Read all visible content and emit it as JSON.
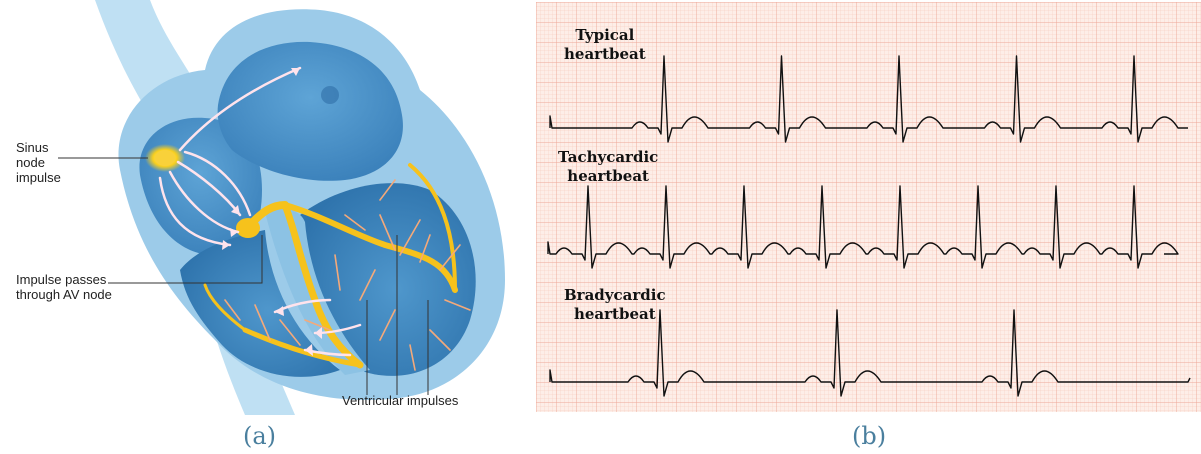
{
  "panel_a": {
    "caption": "(a)",
    "labels": {
      "sinus": "Sinus\nnode\nimpulse",
      "av": "Impulse passes\nthrough AV node",
      "ventricular": "Ventricular impulses"
    }
  },
  "panel_b": {
    "caption": "(b)",
    "traces": [
      {
        "label": "Typical\nheartbeat",
        "beats": 5
      },
      {
        "label": "Tachycardic\nheartbeat",
        "beats": 8
      },
      {
        "label": "Bradycardic\nheartbeat",
        "beats": 3
      }
    ]
  },
  "colors": {
    "heart_light": "#a9d3ec",
    "heart_mid": "#6fb2dd",
    "heart_dark": "#3f86bd",
    "conduction": "#f6c21c",
    "impulse_arrow": "#ffe3ec",
    "paper": "#fdeee8",
    "grid_fine": "#f5c6b8",
    "grid_major": "#eda797",
    "trace": "#111111"
  }
}
